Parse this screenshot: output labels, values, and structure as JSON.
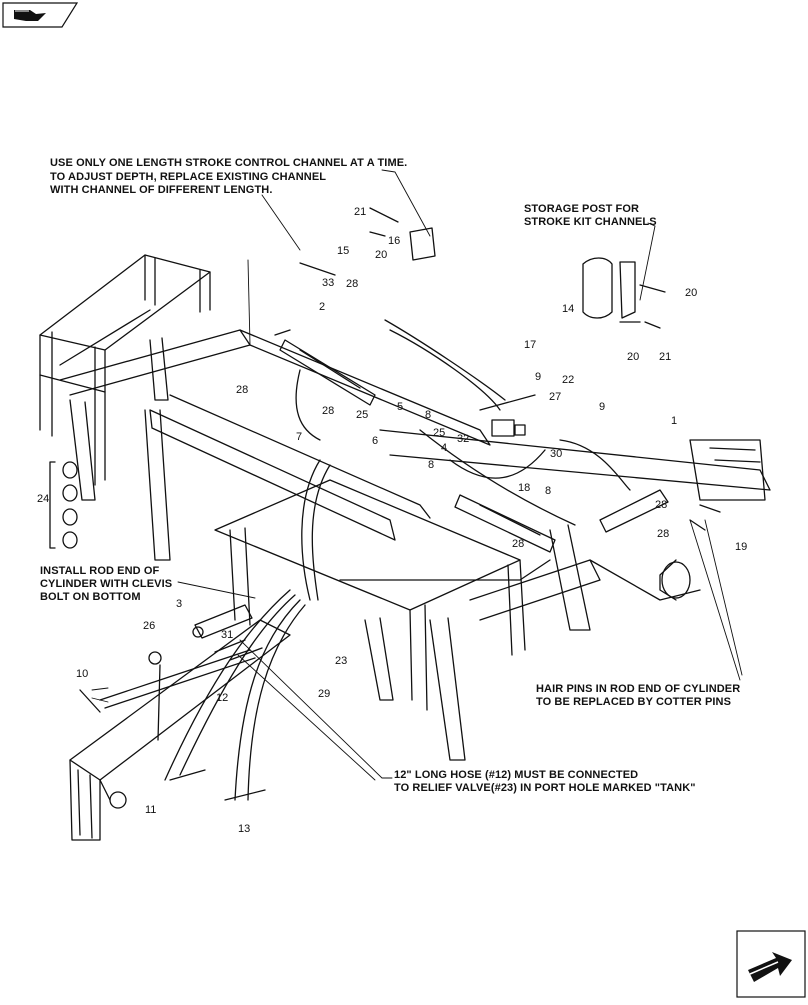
{
  "notes": {
    "stroke_channel": [
      "USE ONLY ONE LENGTH STROKE CONTROL CHANNEL AT A TIME.",
      "TO ADJUST DEPTH, REPLACE EXISTING CHANNEL",
      "WITH CHANNEL OF DIFFERENT LENGTH."
    ],
    "storage_post": [
      "STORAGE POST FOR",
      "STROKE KIT CHANNELS"
    ],
    "rod_end": [
      "INSTALL ROD END OF",
      "CYLINDER WITH CLEVIS",
      "BOLT ON BOTTOM"
    ],
    "hair_pins": [
      "HAIR PINS IN ROD END OF CYLINDER",
      "TO BE REPLACED BY COTTER PINS"
    ],
    "hose": [
      "12\" LONG HOSE (#12) MUST BE CONNECTED",
      "TO RELIEF VALVE(#23) IN PORT HOLE MARKED \"TANK\""
    ]
  },
  "callouts": [
    "1",
    "2",
    "3",
    "4",
    "5",
    "6",
    "7",
    "8",
    "8",
    "8",
    "9",
    "9",
    "10",
    "11",
    "12",
    "13",
    "14",
    "15",
    "16",
    "17",
    "18",
    "19",
    "20",
    "20",
    "20",
    "21",
    "21",
    "22",
    "23",
    "24",
    "25",
    "25",
    "26",
    "27",
    "28",
    "28",
    "28",
    "28",
    "28",
    "28",
    "29",
    "30",
    "31",
    "32",
    "33"
  ],
  "icons": {
    "top_left": "book-arrow-icon",
    "bottom_right": "next-page-arrow-icon"
  }
}
